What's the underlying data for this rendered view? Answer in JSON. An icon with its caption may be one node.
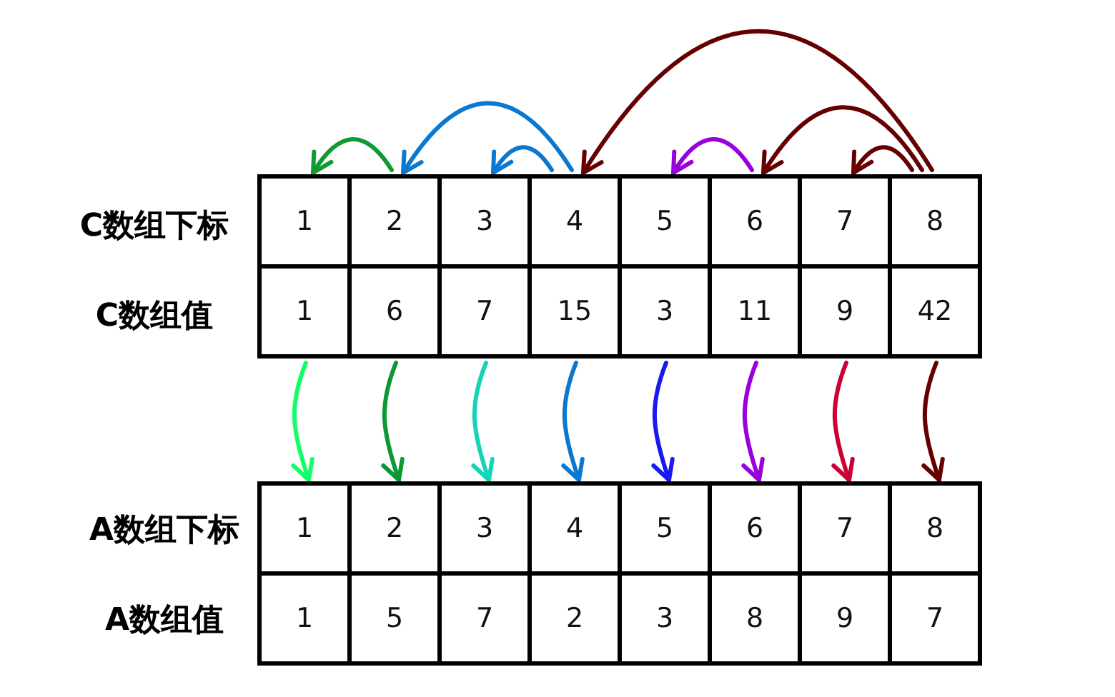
{
  "diagram": {
    "nodes": [
      {
        "text": [
          "1"
        ]
      },
      {
        "text": [
          "2"
        ]
      },
      {
        "text": [
          "3"
        ]
      },
      {
        "text": [
          "4"
        ]
      },
      {
        "text": [
          "5"
        ]
      },
      {
        "text": [
          "6"
        ]
      },
      {
        "text": [
          "7"
        ]
      },
      {
        "text": [
          "8"
        ]
      },
      {
        "text": [
          "1"
        ]
      },
      {
        "text": [
          "6"
        ]
      },
      {
        "text": [
          "7"
        ]
      },
      {
        "text": [
          "15"
        ]
      },
      {
        "text": [
          "3"
        ]
      },
      {
        "text": [
          "11"
        ]
      },
      {
        "text": [
          "9"
        ]
      },
      {
        "text": [
          "42"
        ]
      },
      {
        "text": [
          "1"
        ]
      },
      {
        "text": [
          "2"
        ]
      },
      {
        "text": [
          "3"
        ]
      },
      {
        "text": [
          "4"
        ]
      },
      {
        "text": [
          "5"
        ]
      },
      {
        "text": [
          "6"
        ]
      },
      {
        "text": [
          "7"
        ]
      },
      {
        "text": [
          "8"
        ]
      },
      {
        "text": [
          "1"
        ]
      },
      {
        "text": [
          "5"
        ]
      },
      {
        "text": [
          "7"
        ]
      },
      {
        "text": [
          "2"
        ]
      },
      {
        "text": [
          "3"
        ]
      },
      {
        "text": [
          "8"
        ]
      },
      {
        "text": [
          "9"
        ]
      },
      {
        "text": [
          "7"
        ]
      }
    ],
    "edges": [
      {
        "from": 1,
        "to": 0,
        "arrow": "to",
        "color": "#119933"
      },
      {
        "from": 3,
        "to": 1,
        "arrow": "to",
        "color": "#0a78d0"
      },
      {
        "from": 3,
        "to": 2,
        "arrow": "to",
        "color": "#0a78d0"
      },
      {
        "from": 7,
        "to": 3,
        "arrow": "to",
        "color": "#660000"
      },
      {
        "from": 5,
        "to": 4,
        "arrow": "to",
        "color": "#9900dd"
      },
      {
        "from": 7,
        "to": 5,
        "arrow": "to",
        "color": "#660000"
      },
      {
        "from": 7,
        "to": 6,
        "arrow": "to",
        "color": "#660000"
      },
      {
        "from": 8,
        "to": 16,
        "arrow": "to",
        "color": "#11ff66"
      },
      {
        "from": 9,
        "to": 17,
        "arrow": "to",
        "color": "#0a9933"
      },
      {
        "from": 10,
        "to": 18,
        "arrow": "to",
        "color": "#11d4bb"
      },
      {
        "from": 11,
        "to": 19,
        "arrow": "to",
        "color": "#0a78d0"
      },
      {
        "from": 12,
        "to": 20,
        "arrow": "to",
        "color": "#1a1aee"
      },
      {
        "from": 13,
        "to": 21,
        "arrow": "to",
        "color": "#9900dd"
      },
      {
        "from": 14,
        "to": 22,
        "arrow": "to",
        "color": "#cc0033"
      },
      {
        "from": 15,
        "to": 23,
        "arrow": "to",
        "color": "#660000"
      }
    ],
    "labels": [
      "C数组下标",
      "C数组值",
      "A数组下标",
      "A数组值"
    ]
  }
}
